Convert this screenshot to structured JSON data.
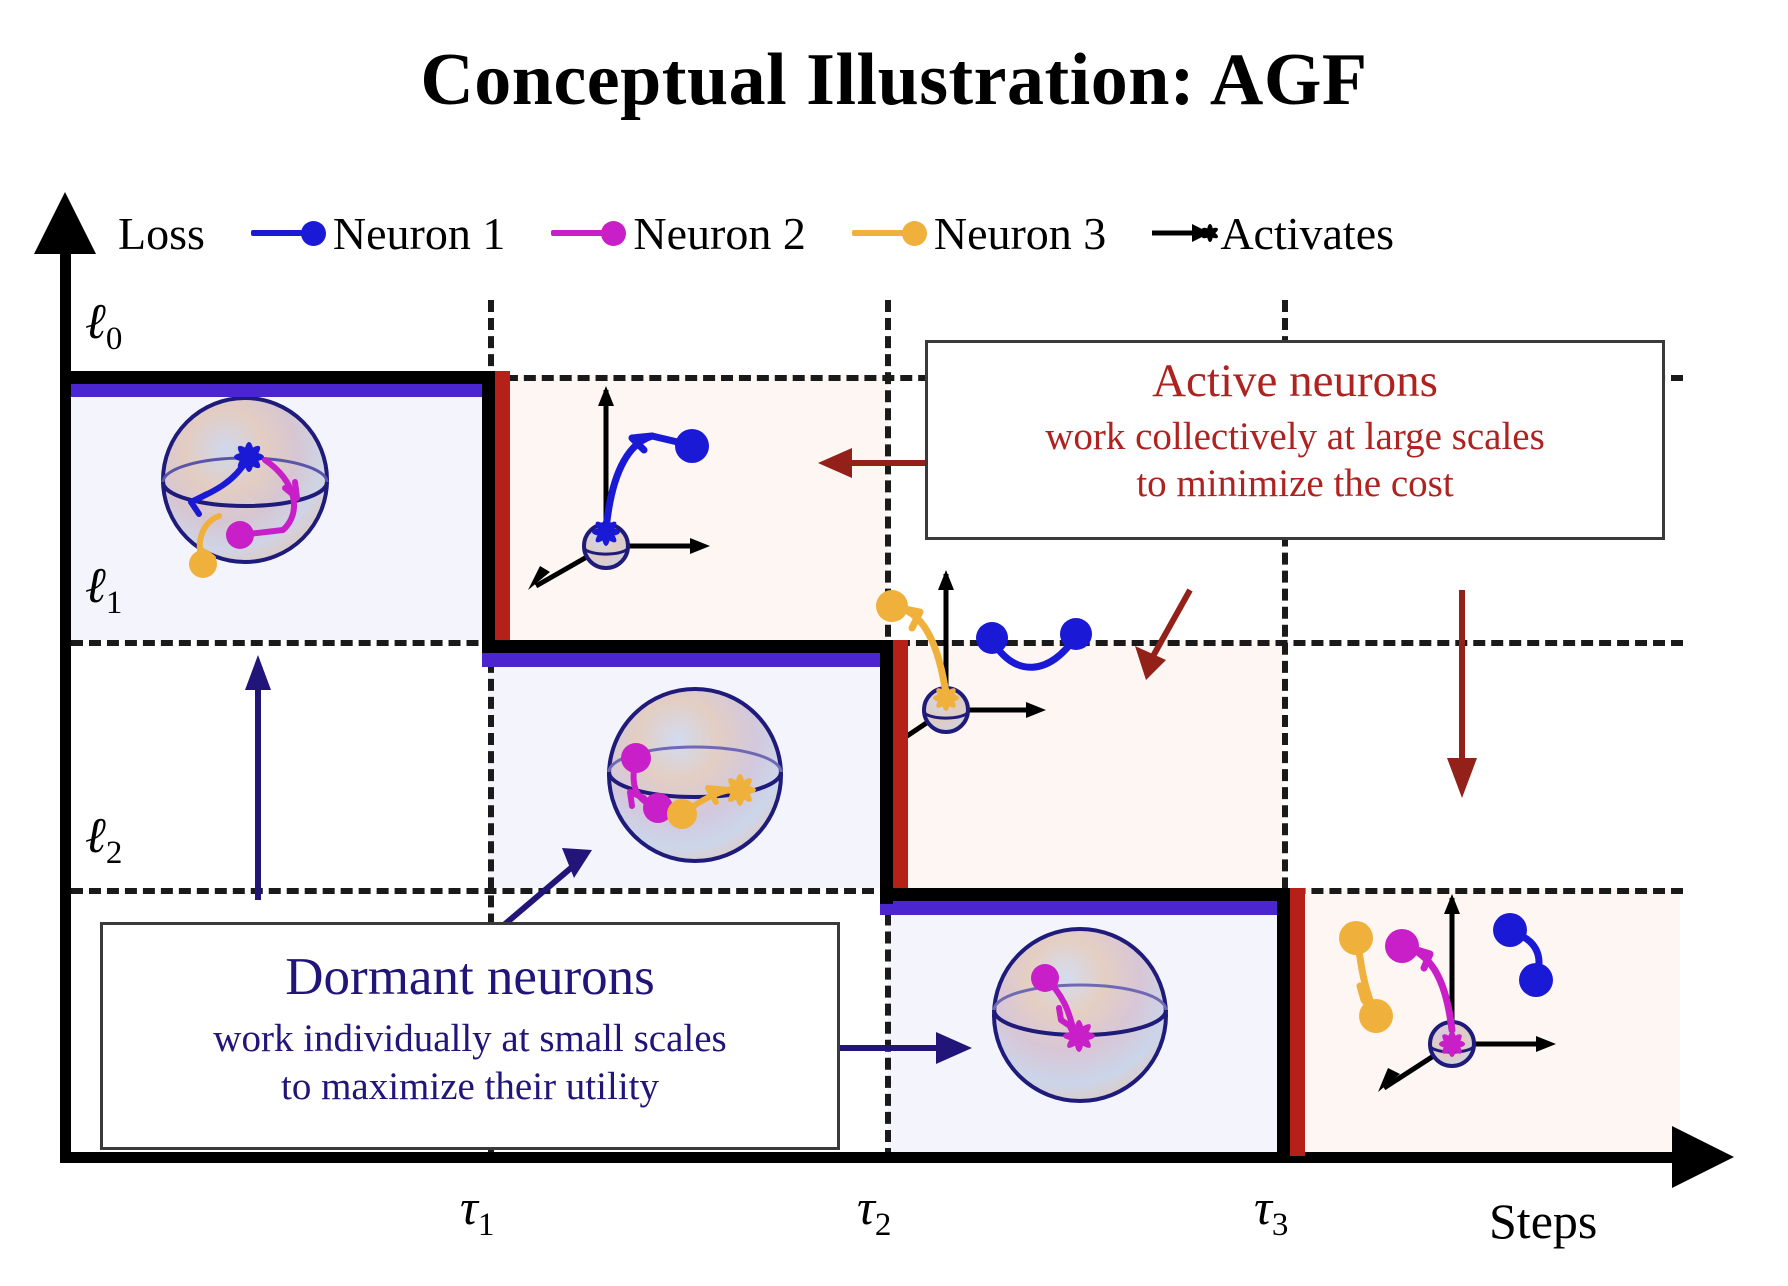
{
  "title": "Conceptual Illustration: AGF",
  "legend": {
    "axis_label": "Loss",
    "items": [
      {
        "label": "Neuron 1",
        "color": "#1a1ad6",
        "marker": "dot"
      },
      {
        "label": "Neuron 2",
        "color": "#c81fc8",
        "marker": "dot"
      },
      {
        "label": "Neuron 3",
        "color": "#f0b13c",
        "marker": "dot"
      },
      {
        "label": "Activates",
        "color": "#000000",
        "marker": "asterisk"
      }
    ]
  },
  "axes": {
    "y_title": "Loss",
    "x_title": "Steps",
    "y_ticks": [
      "ℓ",
      "ℓ",
      "ℓ"
    ],
    "y_tick_subs": [
      "0",
      "1",
      "2"
    ],
    "x_ticks": [
      "τ",
      "τ",
      "τ"
    ],
    "x_tick_subs": [
      "1",
      "2",
      "3"
    ]
  },
  "annotations": {
    "active": {
      "heading": "Active neurons",
      "line1": "work collectively at large scales",
      "line2": "to minimize the cost",
      "color": "#ae2220"
    },
    "dormant": {
      "heading": "Dormant neurons",
      "line1": "work individually at small scales",
      "line2": "to maximize their utility",
      "color": "#221579"
    }
  },
  "colors": {
    "neuron1": "#1a1ad6",
    "neuron2": "#c81fc8",
    "neuron3": "#f0b13c",
    "plateau_accent": "#4a25d0",
    "drop_accent": "#b52019",
    "dormant_band": "#f4f4fd",
    "active_band": "#fdf6f2",
    "sphere_outline": "#1e1b7a"
  },
  "chart_data": {
    "type": "line",
    "title": "Conceptual Illustration: AGF",
    "xlabel": "Steps",
    "ylabel": "Loss",
    "description": "Staircase loss curve: flat dormant plateaus separated by sharp active drops at tau_1, tau_2, tau_3",
    "x": [
      "0",
      "τ₁",
      "τ₂",
      "τ₃"
    ],
    "y_levels": [
      "ℓ₀",
      "ℓ₁",
      "ℓ₂"
    ],
    "steps": [
      {
        "phase": "dormant",
        "x_start": 0,
        "x_end": 1,
        "loss": "ℓ₀"
      },
      {
        "phase": "active",
        "x_start": 1,
        "x_end": 2,
        "loss": "ℓ₀→ℓ₁"
      },
      {
        "phase": "dormant",
        "x_start": 1,
        "x_end": 2,
        "loss": "ℓ₁"
      },
      {
        "phase": "active",
        "x_start": 2,
        "x_end": 3,
        "loss": "ℓ₁→ℓ₂"
      },
      {
        "phase": "dormant",
        "x_start": 2,
        "x_end": 3,
        "loss": "ℓ₂"
      },
      {
        "phase": "active",
        "x_start": 3,
        "x_end": 4,
        "loss": "ℓ₂→"
      }
    ],
    "legend_position": "top"
  }
}
